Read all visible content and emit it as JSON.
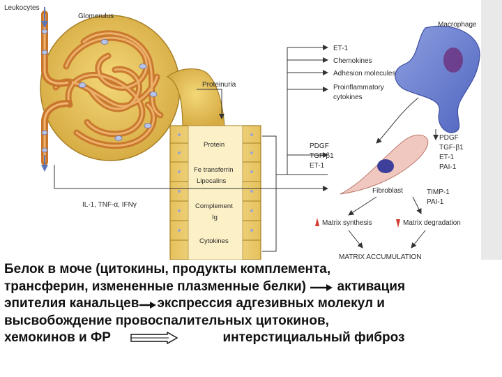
{
  "diagram": {
    "labels": {
      "leukocytes": "Leukocytes",
      "glomerulus": "Glomerulus",
      "macrophage": "Macrophage",
      "proteinuria": "Proteinuria",
      "et1": "ET-1",
      "chemokines": "Chemokines",
      "adhesion": "Adhesion molecules",
      "proinflam1": "Proinflammatory",
      "proinflam2": "cytokines",
      "protein": "Protein",
      "fetransferrin": "Fe transferrin",
      "lipocalins": "Lipocalins",
      "complement": "Complement",
      "ig": "Ig",
      "cytokines": "Cytokines",
      "pdgf_l": "PDGF",
      "tgfb1_l": "TGF-β1",
      "et1_l": "ET-1",
      "pdgf_r": "PDGF",
      "tgfb1_r": "TGF-β1",
      "et1_r": "ET-1",
      "pai1_r": "PAI-1",
      "fibroblast": "Fibroblast",
      "timp1": "TIMP-1",
      "pai1": "PAI-1",
      "il1": "IL-1, TNF-α, IFNγ",
      "matrix_synthesis": "Matrix synthesis",
      "matrix_degradation": "Matrix degradation",
      "matrix_accumulation": "MATRIX ACCUMULATION"
    }
  },
  "caption": {
    "line1": "Белок в моче (цитокины, продукты комплемента,",
    "line2a": "трансферин, измененные плазменные белки)",
    "line2b": "активация",
    "line3a": "эпителия канальцев",
    "line3b": "экспрессия адгезивных молекул и",
    "line4": "высвобождение провоспалительных цитокинов,",
    "line5a": "хемокинов и ФР",
    "line5b": "интерстициальный фиброз"
  }
}
